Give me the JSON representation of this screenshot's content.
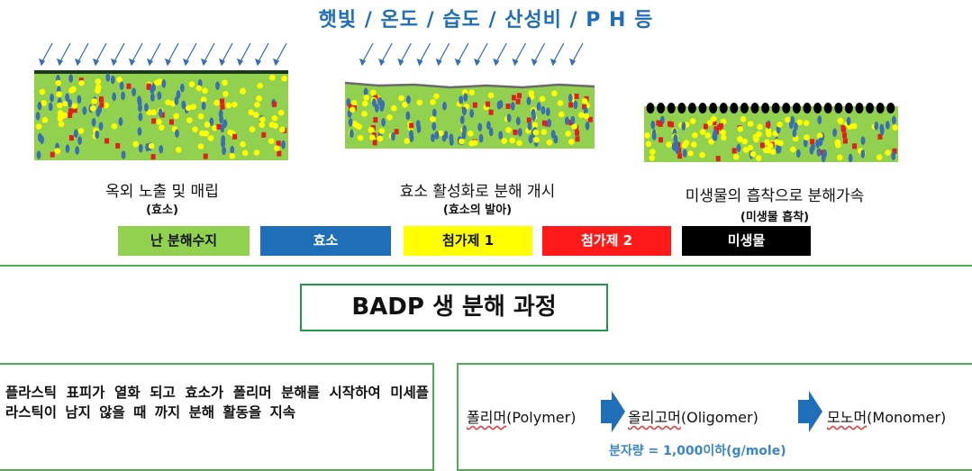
{
  "header": "햇빛 / 온도 / 습도 / 산성비 / P H 등",
  "panels": [
    {
      "caption": "옥외 노출 및 매립",
      "sub": "(효소)"
    },
    {
      "caption": "효소 활성화로 분해 개시",
      "sub": "(효소의 발아)"
    },
    {
      "caption": "미생물의 흡착으로 분해가속",
      "sub": "(미생물 흡착)"
    }
  ],
  "legend": [
    {
      "label": "난 분해수지",
      "bg": "#92d050",
      "fg": "#111111"
    },
    {
      "label": "효소",
      "bg": "#1f6fb8",
      "fg": "#ffffff"
    },
    {
      "label": "첨가제 1",
      "bg": "#ffff00",
      "fg": "#111111"
    },
    {
      "label": "첨가제 2",
      "bg": "#ff1a1a",
      "fg": "#ffffff"
    },
    {
      "label": "미생물",
      "bg": "#000000",
      "fg": "#ffffff"
    }
  ],
  "title": "BADP 생 분해 과정",
  "description": "플라스틱 표피가 열화 되고 효소가 폴리머 분해를 시작하여 미세플라스틱이 남지 않을 때 까지 분해 활동을 지속",
  "flow": [
    {
      "kor": "폴리머",
      "eng": "(Polymer)"
    },
    {
      "kor": "올리고머",
      "eng": "(Oligomer)"
    },
    {
      "kor": "모노머",
      "eng": "(Monomer)"
    }
  ],
  "molecular_weight": "분자량 = 1,000이하(g/mole)",
  "colors": {
    "resin": "#92d050",
    "enzyme": "#3a6fb0",
    "additive1": "#ffff00",
    "additive2": "#e0201e",
    "microbe": "#000000",
    "arrow": "#1f6fb8",
    "border": "#4fae4f"
  }
}
